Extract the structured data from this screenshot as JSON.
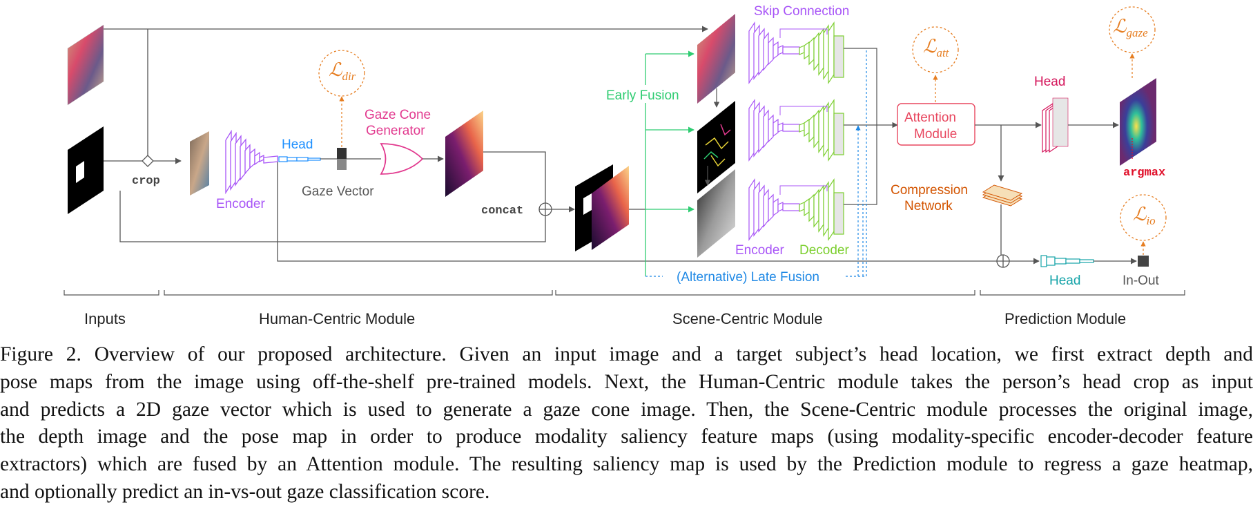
{
  "colors": {
    "encoder": "#a855f7",
    "decoder": "#7ccf2f",
    "head_blue": "#1e90ff",
    "gaze_cone": "#e23a8f",
    "early_fusion": "#2ecc71",
    "late_fusion": "#1e88e5",
    "loss": "#e67e22",
    "attention": "#e8475f",
    "head_pred": "#d4145a",
    "compression": "#d35400",
    "head_io": "#14a3a8",
    "argmax": "#e0102a",
    "line": "#555555"
  },
  "labels": {
    "crop": "crop",
    "encoder_hc": "Encoder",
    "head_hc": "Head",
    "gaze_vector": "Gaze Vector",
    "gaze_cone_1": "Gaze Cone",
    "gaze_cone_2": "Generator",
    "concat": "concat",
    "early_fusion": "Early Fusion",
    "skip_connection": "Skip Connection",
    "encoder_sc": "Encoder",
    "decoder_sc": "Decoder",
    "late_fusion": "(Alternative) Late Fusion",
    "attention_1": "Attention",
    "attention_2": "Module",
    "compression_1": "Compression",
    "compression_2": "Network",
    "head_pred": "Head",
    "argmax": "argmax",
    "head_io": "Head",
    "in_out": "In-Out"
  },
  "losses": {
    "dir": {
      "main": "ℒ",
      "sub": "dir"
    },
    "att": {
      "main": "ℒ",
      "sub": "att"
    },
    "gaze": {
      "main": "ℒ",
      "sub": "gaze"
    },
    "io": {
      "main": "ℒ",
      "sub": "io"
    }
  },
  "modules": {
    "inputs": "Inputs",
    "human_centric": "Human-Centric Module",
    "scene_centric": "Scene-Centric Module",
    "prediction": "Prediction Module"
  },
  "caption": {
    "line1": "Figure 2.  Overview of our proposed architecture.  Given an input image and a target subject’s head location, we first extract depth and",
    "line2": "pose maps from the image using off-the-shelf pre-trained models.  Next, the Human-Centric module takes the person’s head crop as input",
    "line3": "and predicts a 2D gaze vector which is used to generate a gaze cone image. Then, the Scene-Centric module processes the original image,",
    "line4": "the depth image and the pose map in order to produce modality saliency feature maps (using modality-specific encoder-decoder feature",
    "line5": "extractors) which are fused by an Attention module. The resulting saliency map is used by the Prediction module to regress a gaze heatmap,",
    "line6": "and optionally predict an in-vs-out gaze classification score."
  }
}
